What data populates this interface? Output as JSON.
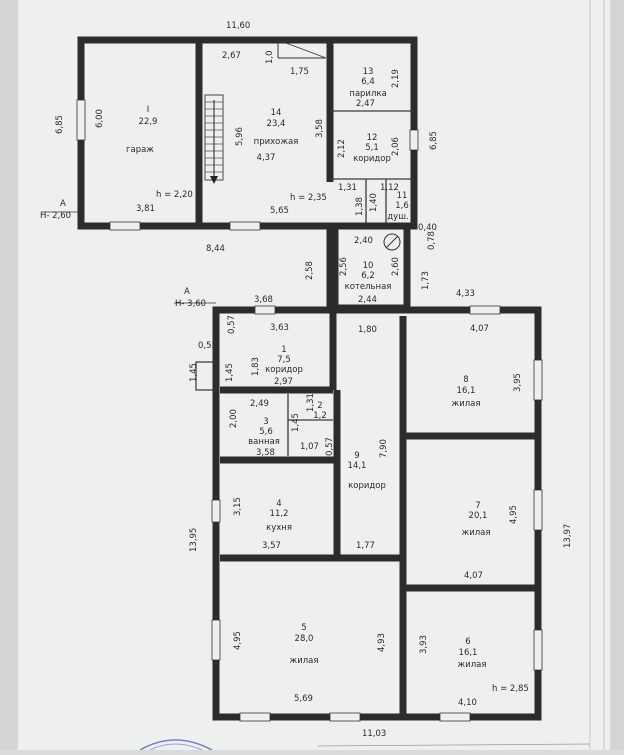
{
  "sections": [
    {
      "letter": "А",
      "level": "Н- 2,60"
    },
    {
      "letter": "А",
      "level": "Н- 3,60"
    }
  ],
  "rooms": [
    {
      "id": "garage",
      "num": "I",
      "area": "22,9",
      "name": "гараж"
    },
    {
      "id": "hall",
      "num": "14",
      "area": "23,4",
      "name": "прихожая",
      "extra": "4,37"
    },
    {
      "id": "sauna",
      "num": "13",
      "area": "6,4",
      "name": "парилка"
    },
    {
      "id": "corr12",
      "num": "12",
      "area": "5,1",
      "name": "коридор"
    },
    {
      "id": "shower",
      "num": "11",
      "area": "1,6",
      "name": "душ."
    },
    {
      "id": "boiler",
      "num": "10",
      "area": "6,2",
      "name": "котельная"
    },
    {
      "id": "corr1",
      "num": "1",
      "area": "7,5",
      "name": "коридор"
    },
    {
      "id": "bath",
      "num": "3",
      "area": "5,6",
      "name": "ванная"
    },
    {
      "id": "wc",
      "num": "2",
      "area": "1,2",
      "name": ""
    },
    {
      "id": "kitchen",
      "num": "4",
      "area": "11,2",
      "name": "кухня"
    },
    {
      "id": "corr9",
      "num": "9",
      "area": "14,1",
      "name": "коридор"
    },
    {
      "id": "living5",
      "num": "5",
      "area": "28,0",
      "name": "жилая"
    },
    {
      "id": "living8",
      "num": "8",
      "area": "16,1",
      "name": "жилая"
    },
    {
      "id": "living7",
      "num": "7",
      "area": "20,1",
      "name": "жилая"
    },
    {
      "id": "living6",
      "num": "6",
      "area": "16,1",
      "name": "жилая"
    }
  ],
  "heights": [
    "h = 2,20",
    "h = 2,35",
    "h = 2,85"
  ],
  "dims": [
    "11,60",
    "2,67",
    "1,0",
    "1,75",
    "2,19",
    "6,00",
    "5,96",
    "3,58",
    "2,47",
    "2,12",
    "2,06",
    "6,85",
    "6,85",
    "1,31",
    "1,12",
    "1,38",
    "1,40",
    "3,81",
    "5,65",
    "2,40",
    "0,40",
    "0,78",
    "8,44",
    "2,58",
    "2,56",
    "2,60",
    "1,73",
    "2,44",
    "3,68",
    "4,33",
    "3,63",
    "1,80",
    "4,07",
    "0,57",
    "0,55",
    "1,45",
    "1,45",
    "1,83",
    "2,97",
    "3,95",
    "2,49",
    "1,31",
    "2,00",
    "1,45",
    "3,58",
    "1,07",
    "0,57",
    "7,90",
    "3,15",
    "3,57",
    "1,77",
    "4,95",
    "4,07",
    "13,95",
    "13,97",
    "4,95",
    "4,93",
    "3,93",
    "5,69",
    "4,10",
    "11,03"
  ]
}
